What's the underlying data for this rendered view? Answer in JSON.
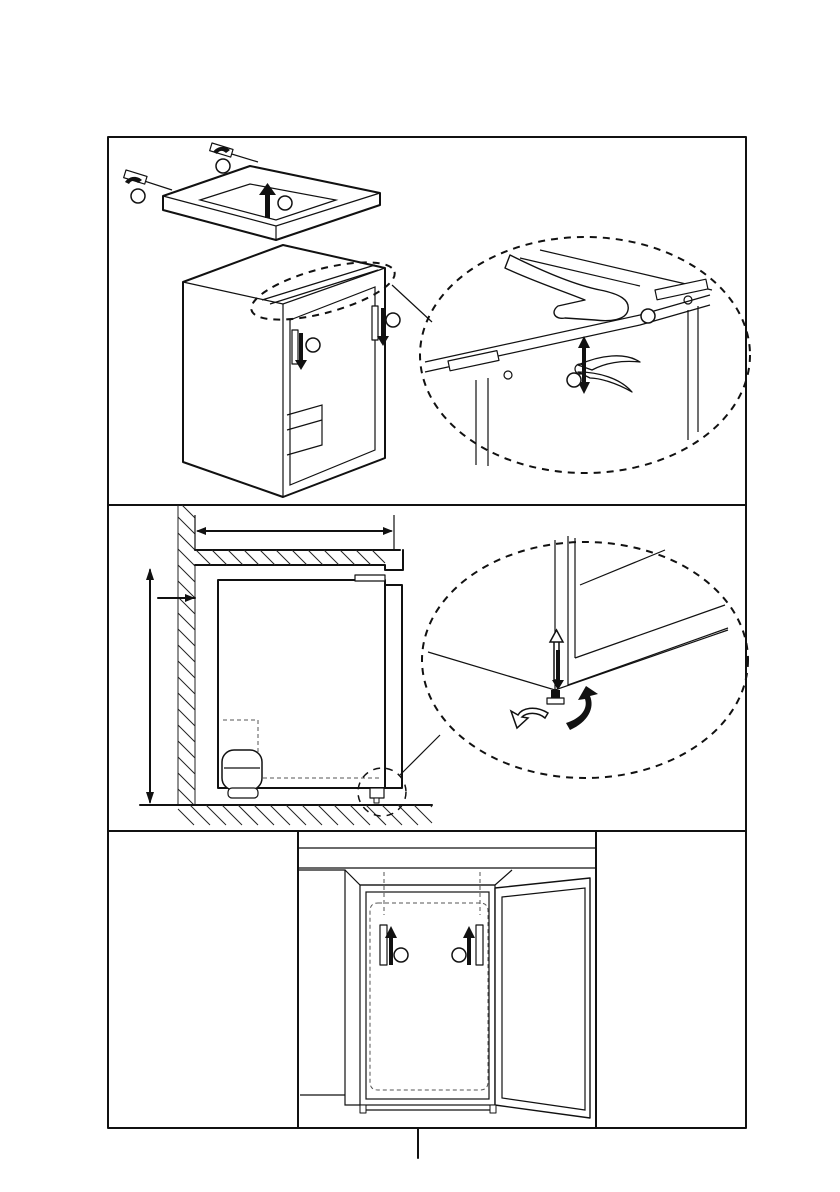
{
  "document": {
    "type": "installation-illustration",
    "panels": [
      {
        "name": "top-panel",
        "description_visible_text": ""
      },
      {
        "name": "middle-panel",
        "description_visible_text": ""
      },
      {
        "name": "bottom-panel",
        "description_visible_text": ""
      }
    ]
  },
  "icons": {
    "screwdriver": "screwdriver-icon",
    "pliers": "pliers-icon",
    "hand": "hand-icon",
    "adjustable-foot": "adjustable-foot-icon",
    "rotation-arrow": "rotation-arrow-icon"
  },
  "colors": {
    "line": "#111111",
    "background": "#ffffff"
  }
}
